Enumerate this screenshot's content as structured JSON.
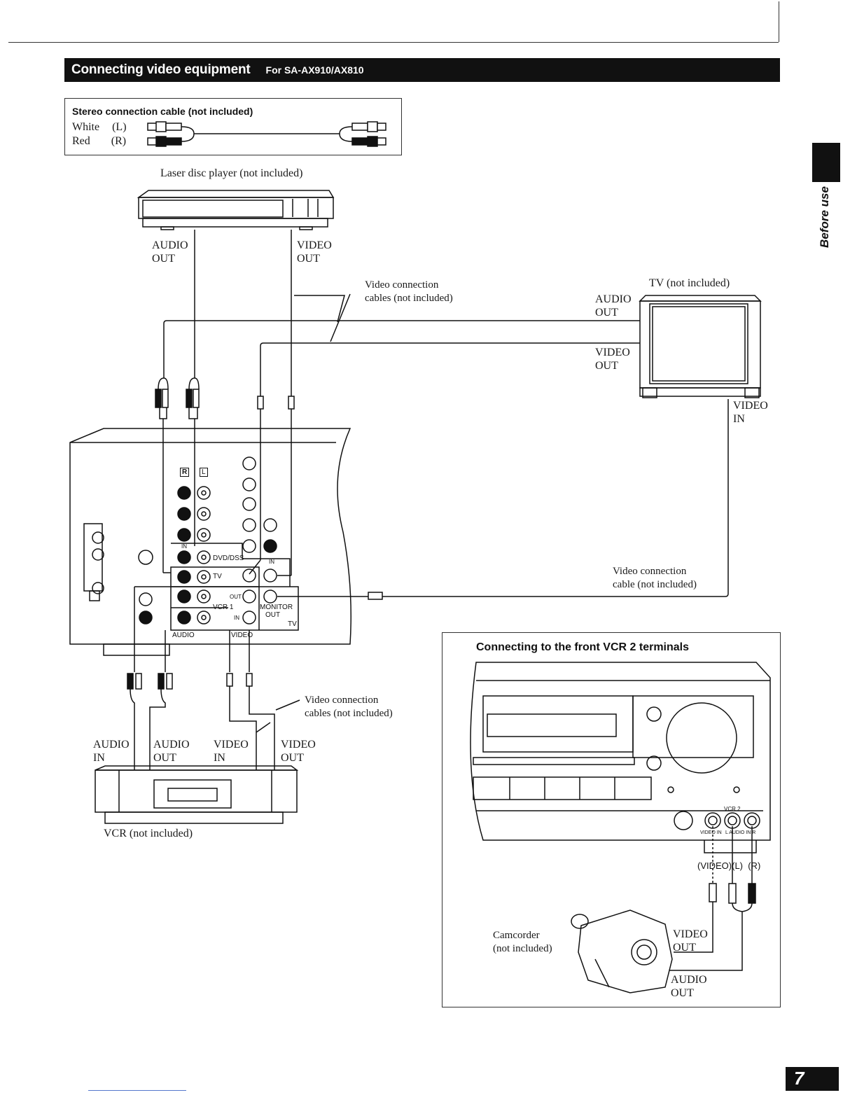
{
  "header": {
    "title": "Connecting video equipment",
    "subtitle": "For SA-AX910/AX810"
  },
  "side_tab": {
    "label": "Before use"
  },
  "cable_legend": {
    "title": "Stereo connection cable (not included)",
    "rows": [
      {
        "color": "White",
        "channel": "(L)"
      },
      {
        "color": "Red",
        "channel": "(R)"
      }
    ]
  },
  "laser_disc": {
    "caption": "Laser disc player (not included)",
    "audio_out": [
      "AUDIO",
      "OUT"
    ],
    "video_out": [
      "VIDEO",
      "OUT"
    ]
  },
  "video_cables_top": [
    "Video connection",
    "cables (not included)"
  ],
  "tv": {
    "caption": "TV (not included)",
    "audio_out": [
      "AUDIO",
      "OUT"
    ],
    "video_out": [
      "VIDEO",
      "OUT"
    ],
    "video_in": [
      "VIDEO",
      "IN"
    ]
  },
  "video_cable_tv": [
    "Video connection",
    "cable (not included)"
  ],
  "receiver_panel": {
    "channel_r": "R",
    "channel_l": "L",
    "labels": {
      "in": "IN",
      "out": "OUT",
      "dvd_dss": "DVD/DSS",
      "tv": "TV",
      "vcr1": "VCR 1",
      "audio": "AUDIO",
      "video": "VIDEO",
      "monitor_out": [
        "MONITOR",
        "OUT"
      ],
      "tv_group": "TV"
    }
  },
  "vcr": {
    "caption": "VCR (not included)",
    "audio_in": [
      "AUDIO",
      "IN"
    ],
    "audio_out": [
      "AUDIO",
      "OUT"
    ],
    "video_in": [
      "VIDEO",
      "IN"
    ],
    "video_out": [
      "VIDEO",
      "OUT"
    ]
  },
  "video_cables_bottom": [
    "Video connection",
    "cables (not included)"
  ],
  "front_vcr2": {
    "title": "Connecting to the front VCR 2 terminals",
    "terminal_group": "VCR 2",
    "terminal_labels": [
      "VIDEO IN",
      "L AUDIO IN R"
    ],
    "plug_labels": "(VIDEO)(L)  (R)",
    "camcorder_caption": [
      "Camcorder",
      "(not included)"
    ],
    "camcorder_video_out": [
      "VIDEO",
      "OUT"
    ],
    "camcorder_audio_out": [
      "AUDIO",
      "OUT"
    ]
  },
  "page_number": "7"
}
